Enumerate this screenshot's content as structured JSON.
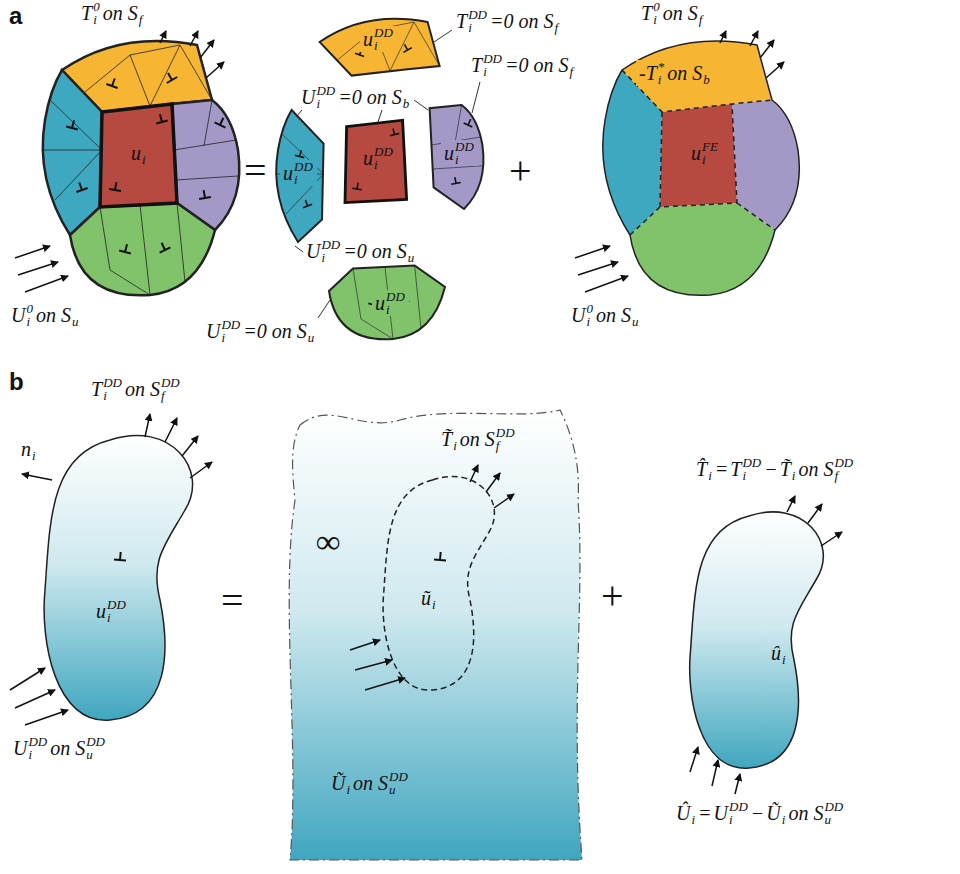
{
  "diagram": {
    "labels": [
      "a",
      "T",
      "i",
      "0",
      "on S",
      "f",
      "U",
      "i",
      "0",
      "on S",
      "u",
      "T",
      "i",
      "DD",
      "=0 on S",
      "f",
      "T",
      "i",
      "DD",
      "=0 on S",
      "f",
      "U",
      "i",
      "DD",
      "=0 on S",
      "b",
      "U",
      "i",
      "DD",
      "=0 on S",
      "u",
      "U",
      "i",
      "DD",
      "=0 on S",
      "u",
      "T",
      "i",
      "0",
      "on S",
      "f",
      "-T",
      "i",
      "*",
      "on S",
      "b",
      "U",
      "i",
      "0",
      "on S",
      "u",
      "u",
      "i",
      "u",
      "i",
      "DD",
      "u",
      "i",
      "DD",
      "u",
      "i",
      "DD",
      "u",
      "i",
      "DD",
      "u",
      "i",
      "DD",
      "u",
      "i",
      "FE",
      "=",
      "+",
      "b",
      "T",
      "i",
      "DD",
      "on S",
      "f",
      "DD",
      "n",
      "i",
      "u",
      "i",
      "DD",
      "U",
      "i",
      "DD",
      "on S",
      "u",
      "DD",
      "∞",
      "T̃",
      "i",
      "on S",
      "f",
      "DD",
      "ũ",
      "i",
      "Ũ",
      "i",
      "on S",
      "u",
      "DD",
      "T̂",
      "i",
      "=",
      "T",
      "i",
      "DD",
      "−",
      "T̃",
      "i",
      "on S",
      "f",
      "DD",
      "û",
      "i",
      "Û",
      "i",
      "=",
      "U",
      "i",
      "DD",
      "−",
      "Ũ",
      "i",
      "on S",
      "u",
      "DD",
      "=",
      "+"
    ]
  }
}
